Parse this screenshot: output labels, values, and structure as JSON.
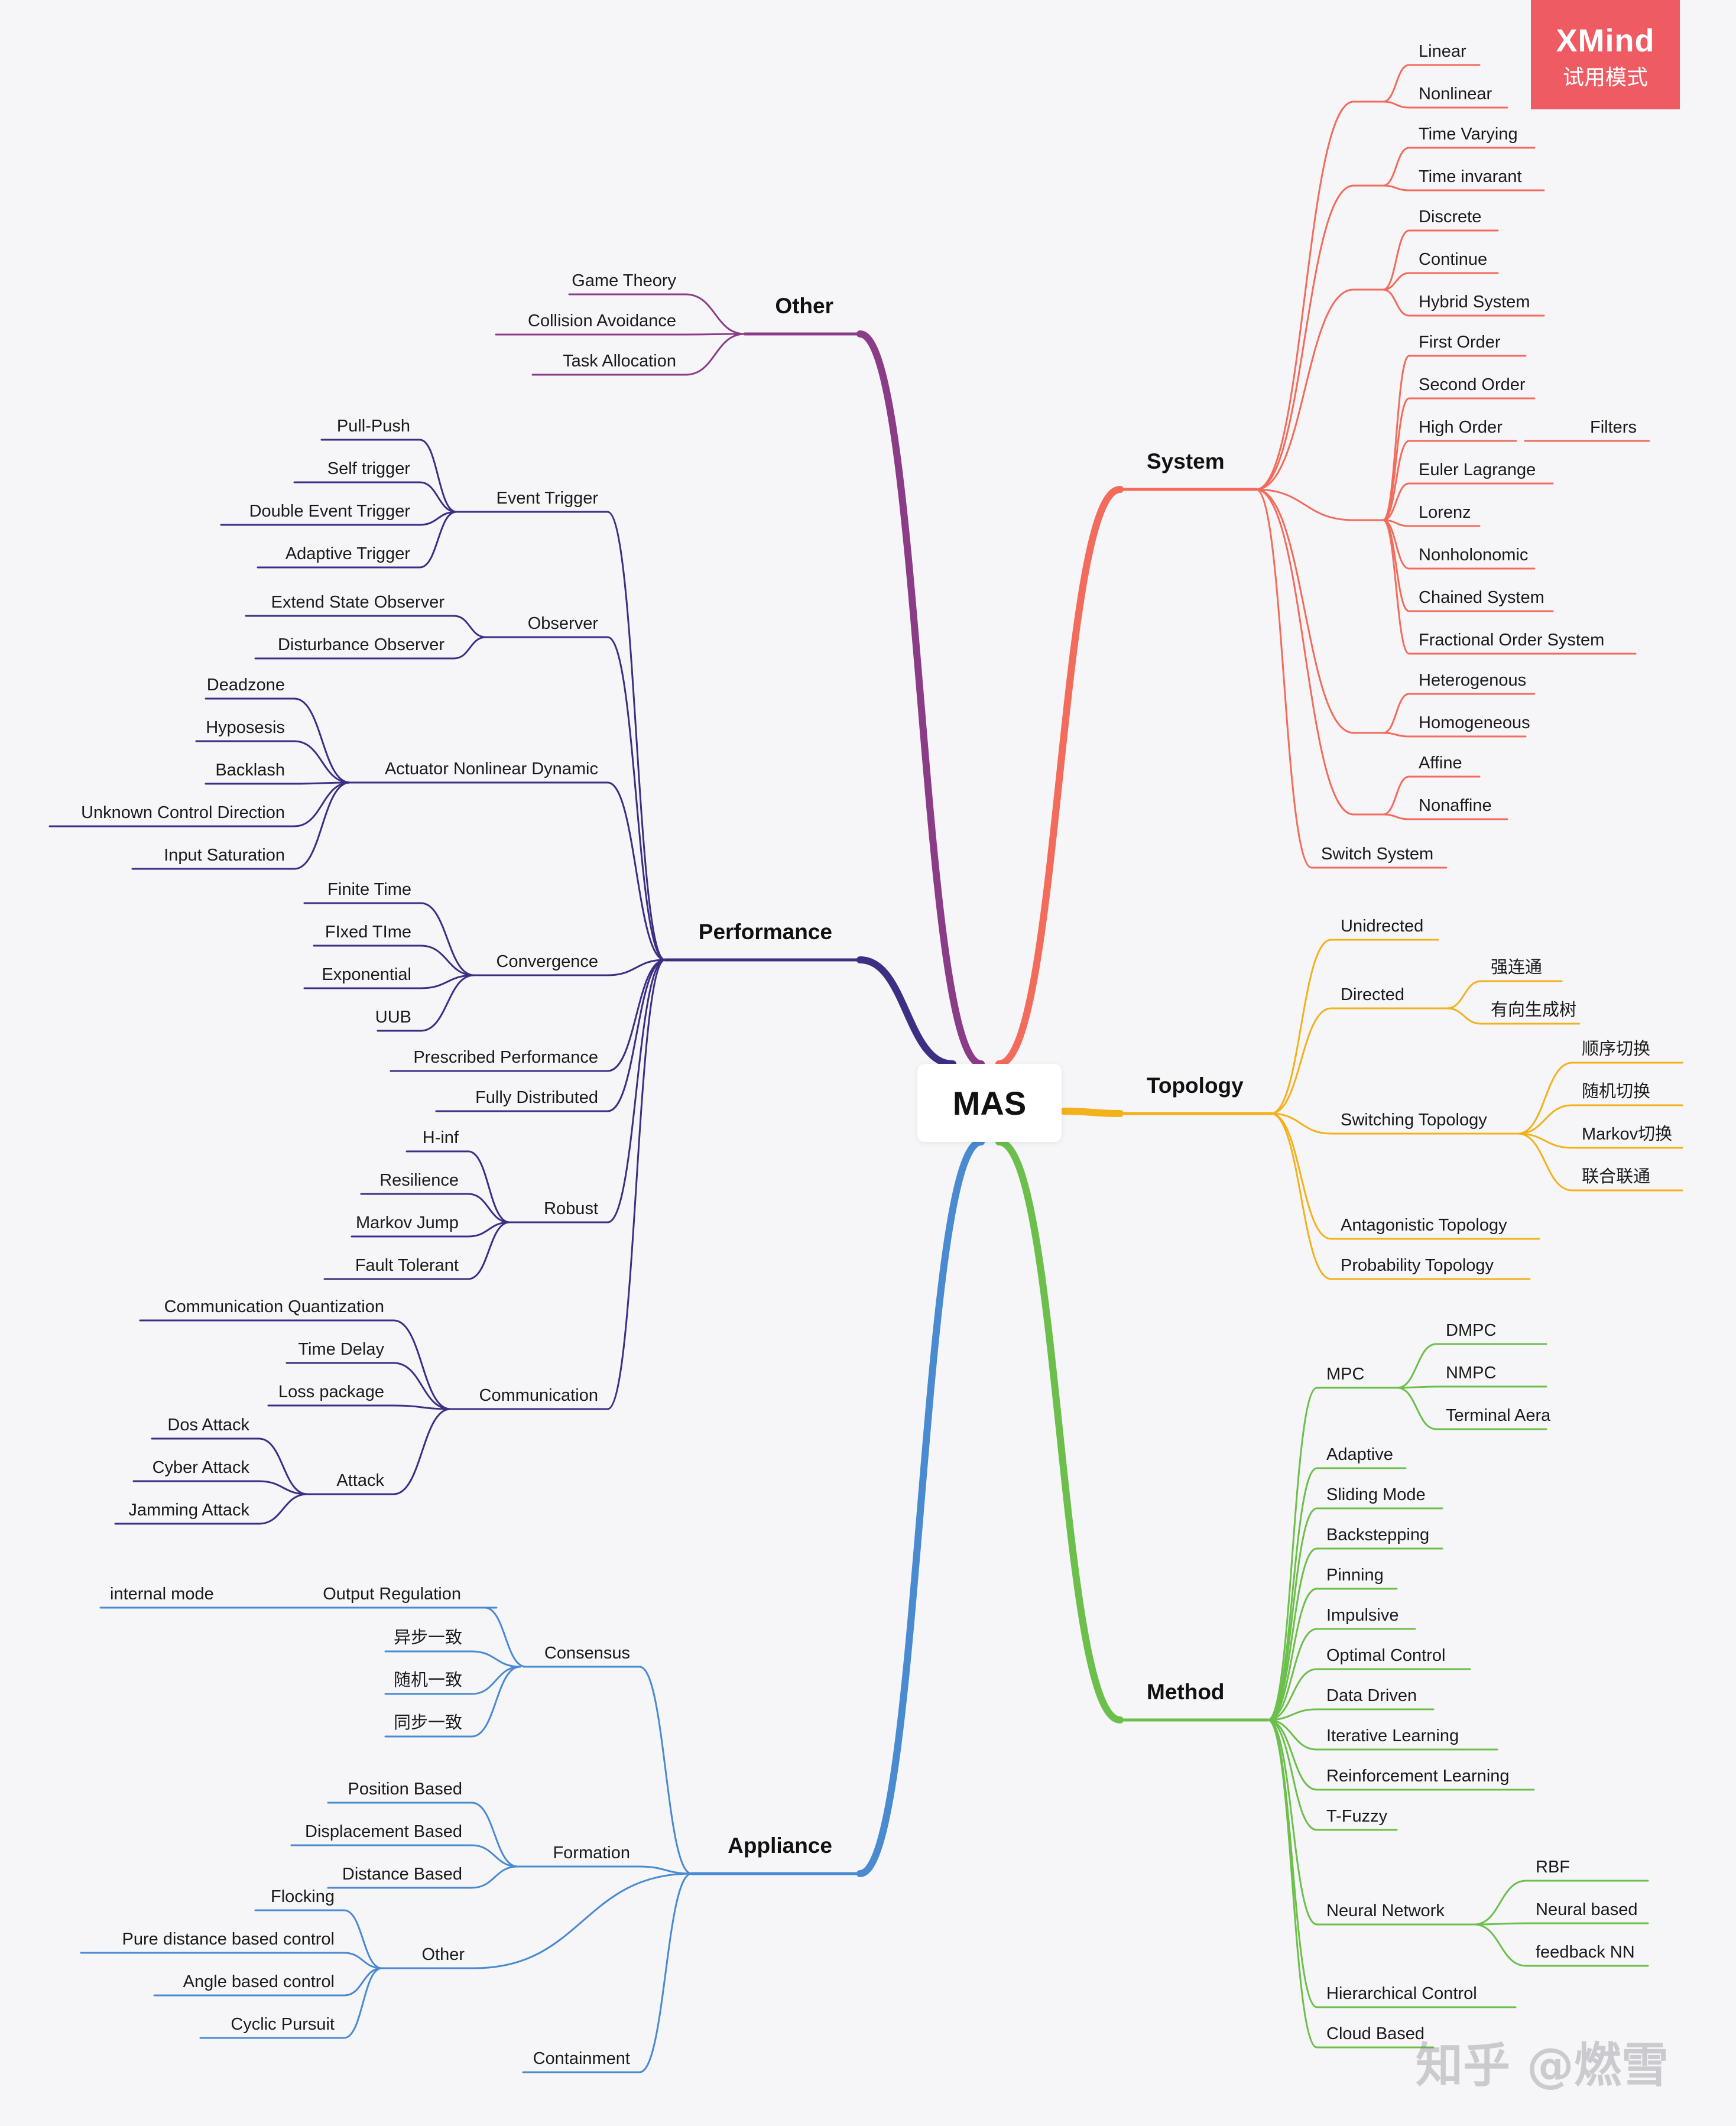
{
  "center": {
    "label": "MAS"
  },
  "brand": {
    "name": "XMind",
    "mode": "试用模式"
  },
  "watermark": "知乎 @燃雪",
  "colors": {
    "system": "#f26b5b",
    "topology": "#f3b11c",
    "method": "#6cbf4b",
    "appliance": "#4a8ad0",
    "performance": "#3b2f84",
    "other": "#8a3c86"
  },
  "branches": {
    "system": {
      "label": "System",
      "groups": [
        {
          "items": [
            "Linear",
            "Nonlinear"
          ]
        },
        {
          "items": [
            "Time Varying",
            "Time invarant"
          ]
        },
        {
          "items": [
            "Discrete",
            "Continue",
            "Hybrid System"
          ]
        },
        {
          "items": [
            "First Order",
            "Second Order",
            "High Order",
            "Euler Lagrange",
            "Lorenz",
            "Nonholonomic",
            "Chained System",
            "Fractional Order System"
          ],
          "sub": "Filters"
        },
        {
          "items": [
            "Heterogenous",
            "Homogeneous"
          ]
        },
        {
          "items": [
            "Affine",
            "Nonaffine"
          ]
        }
      ],
      "tail": "Switch System"
    },
    "topology": {
      "label": "Topology",
      "unidirected": "Unidrected",
      "directed": {
        "label": "Directed",
        "children": [
          "强连通",
          "有向生成树"
        ]
      },
      "switching": {
        "label": "Switching Topology",
        "children": [
          "顺序切换",
          "随机切换",
          "Markov切换",
          "联合联通"
        ]
      },
      "antagonistic": "Antagonistic Topology",
      "probability": "Probability Topology"
    },
    "method": {
      "label": "Method",
      "mpc": {
        "label": "MPC",
        "children": [
          "DMPC",
          "NMPC",
          "Terminal Aera"
        ]
      },
      "items": [
        "Adaptive",
        "Sliding Mode",
        "Backstepping",
        "Pinning",
        "Impulsive",
        "Optimal Control",
        "Data Driven",
        "Iterative Learning",
        "Reinforcement Learning",
        "T-Fuzzy"
      ],
      "neural": {
        "label": "Neural Network",
        "children": [
          "RBF",
          "Neural based",
          "feedback NN"
        ]
      },
      "tail": [
        "Hierarchical Control",
        "Cloud Based"
      ]
    },
    "appliance": {
      "label": "Appliance",
      "consensus": {
        "label": "Consensus",
        "output_regulation": "Output Regulation",
        "internal_mode": "internal mode",
        "children": [
          "异步一致",
          "随机一致",
          "同步一致"
        ]
      },
      "formation": {
        "label": "Formation",
        "children": [
          "Position Based",
          "Displacement Based",
          "Distance Based"
        ]
      },
      "other": {
        "label": "Other",
        "children": [
          "Flocking",
          "Pure distance based control",
          "Angle based control",
          "Cyclic Pursuit"
        ]
      },
      "containment": "Containment"
    },
    "performance": {
      "label": "Performance",
      "event_trigger": {
        "label": "Event Trigger",
        "children": [
          "Pull-Push",
          "Self trigger",
          "Double Event Trigger",
          "Adaptive Trigger"
        ]
      },
      "observer": {
        "label": "Observer",
        "children": [
          "Extend State Observer",
          "Disturbance Observer"
        ]
      },
      "actuator": {
        "label": "Actuator Nonlinear Dynamic",
        "children": [
          "Deadzone",
          "Hyposesis",
          "Backlash",
          "Unknown Control Direction",
          "Input Saturation"
        ]
      },
      "convergence": {
        "label": "Convergence",
        "children": [
          "Finite Time",
          "FIxed TIme",
          "Exponential",
          "UUB"
        ]
      },
      "prescribed": "Prescribed Performance",
      "fully_distributed": "Fully Distributed",
      "robust": {
        "label": "Robust",
        "children": [
          "H-inf",
          "Resilience",
          "Markov Jump",
          "Fault Tolerant"
        ]
      },
      "communication": {
        "label": "Communication",
        "children": [
          "Communication Quantization",
          "Time Delay",
          "Loss package"
        ]
      },
      "attack": {
        "label": "Attack",
        "children": [
          "Dos Attack",
          "Cyber Attack",
          "Jamming Attack"
        ]
      }
    },
    "other": {
      "label": "Other",
      "children": [
        "Game Theory",
        "Collision Avoidance",
        "Task Allocation"
      ]
    }
  }
}
